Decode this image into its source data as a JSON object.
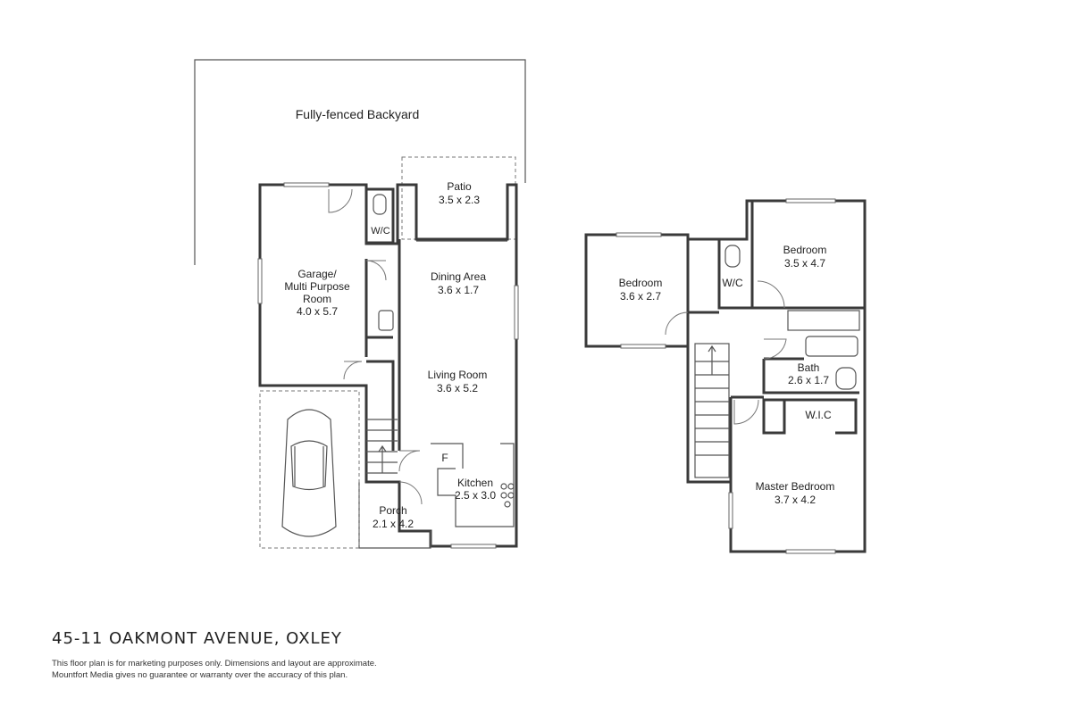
{
  "address": "45-11 OAKMONT AVENUE, OXLEY",
  "disclaimer": [
    "This floor plan is for marketing purposes only. Dimensions and layout are approximate.",
    "Mountfort Media gives no guarantee or warranty over the accuracy of this plan."
  ],
  "ground_floor": {
    "backyard": "Fully-fenced Backyard",
    "patio": {
      "name": "Patio",
      "dims": "3.5 x 2.3"
    },
    "wc": "W/C",
    "garage": {
      "line1": "Garage/",
      "line2": "Multi Purpose",
      "line3": "Room",
      "dims": "4.0 x 5.7"
    },
    "dining": {
      "name": "Dining Area",
      "dims": "3.6 x 1.7"
    },
    "living": {
      "name": "Living Room",
      "dims": "3.6 x 5.2"
    },
    "kitchen": {
      "name": "Kitchen",
      "dims": "2.5 x 3.0"
    },
    "fridge": "F",
    "porch": {
      "name": "Porch",
      "dims": "2.1 x 4.2"
    }
  },
  "first_floor": {
    "bedroom_left": {
      "name": "Bedroom",
      "dims": "3.6 x 2.7"
    },
    "bedroom_right": {
      "name": "Bedroom",
      "dims": "3.5 x 4.7"
    },
    "wc": "W/C",
    "bath": {
      "name": "Bath",
      "dims": "2.6 x 1.7"
    },
    "wic": "W.I.C",
    "master": {
      "name": "Master Bedroom",
      "dims": "3.7 x 4.2"
    }
  }
}
